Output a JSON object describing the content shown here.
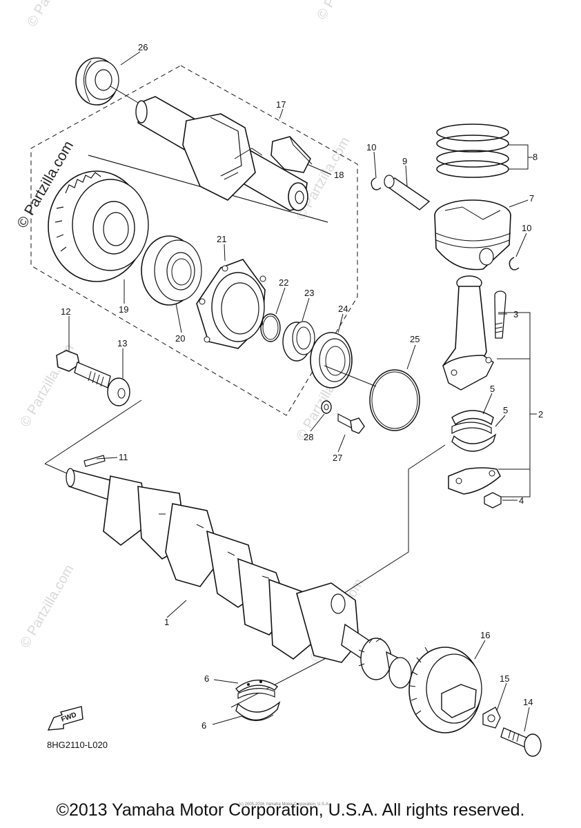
{
  "watermark": {
    "main": "© Partzilla.com",
    "repeat": "© Partzilla.com"
  },
  "diagram_code": "8HG2110-L020",
  "fwd_label": "FWD",
  "copyright": "©2013 Yamaha Motor Corporation, U.S.A. All rights reserved.",
  "small_copyright": "(c) 2005-2016 Yamaha Motor Corporation, U.S.A.",
  "callouts": [
    {
      "id": "c1",
      "text": "1"
    },
    {
      "id": "c2",
      "text": "2"
    },
    {
      "id": "c3",
      "text": "3"
    },
    {
      "id": "c4",
      "text": "4"
    },
    {
      "id": "c5a",
      "text": "5"
    },
    {
      "id": "c5b",
      "text": "5"
    },
    {
      "id": "c6a",
      "text": "6"
    },
    {
      "id": "c6b",
      "text": "6"
    },
    {
      "id": "c7",
      "text": "7"
    },
    {
      "id": "c8",
      "text": "8"
    },
    {
      "id": "c9",
      "text": "9"
    },
    {
      "id": "c10a",
      "text": "10"
    },
    {
      "id": "c10b",
      "text": "10"
    },
    {
      "id": "c11",
      "text": "11"
    },
    {
      "id": "c12",
      "text": "12"
    },
    {
      "id": "c13",
      "text": "13"
    },
    {
      "id": "c14",
      "text": "14"
    },
    {
      "id": "c15",
      "text": "15"
    },
    {
      "id": "c16",
      "text": "16"
    },
    {
      "id": "c17",
      "text": "17"
    },
    {
      "id": "c18",
      "text": "18"
    },
    {
      "id": "c19",
      "text": "19"
    },
    {
      "id": "c20",
      "text": "20"
    },
    {
      "id": "c21",
      "text": "21"
    },
    {
      "id": "c22",
      "text": "22"
    },
    {
      "id": "c23",
      "text": "23"
    },
    {
      "id": "c24",
      "text": "24"
    },
    {
      "id": "c25",
      "text": "25"
    },
    {
      "id": "c26",
      "text": "26"
    },
    {
      "id": "c27",
      "text": "27"
    },
    {
      "id": "c28",
      "text": "28"
    }
  ]
}
